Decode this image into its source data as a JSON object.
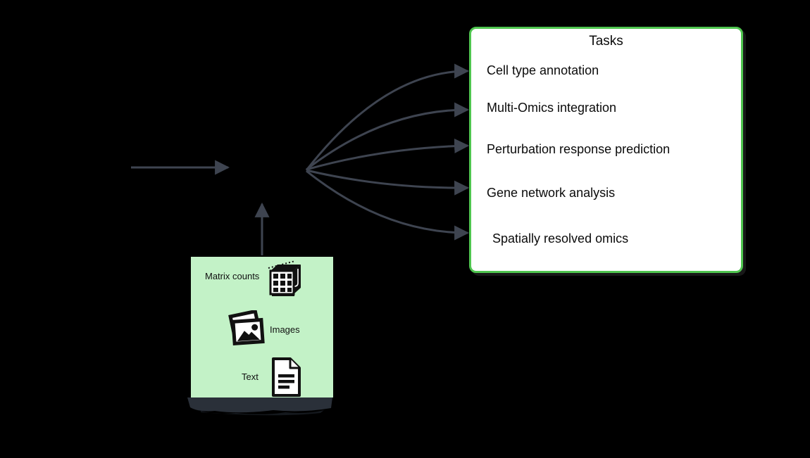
{
  "colors": {
    "canvas-bg": "#000000",
    "accent-green": "#4fc54f",
    "box-green": "#c3f2c7",
    "tasks-bg": "#ffffff",
    "arrow": "#3e4450",
    "shadow": "#2a3039"
  },
  "tasks_box": {
    "title": "Tasks",
    "items": [
      "Cell type annotation",
      "Multi-Omics integration",
      "Perturbation response prediction",
      "Gene network analysis",
      "Spatially resolved omics"
    ]
  },
  "data_box": {
    "items": [
      {
        "label": "Matrix counts",
        "icon": "matrix-cube-icon"
      },
      {
        "label": "Images",
        "icon": "images-icon"
      },
      {
        "label": "Text",
        "icon": "document-icon"
      }
    ]
  }
}
